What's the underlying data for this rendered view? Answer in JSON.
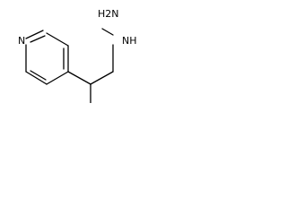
{
  "structure": {
    "atoms": {
      "ring_nitrogen": "N",
      "hydrazine_terminal": "H2N",
      "hydrazine_linker": "NH"
    }
  }
}
